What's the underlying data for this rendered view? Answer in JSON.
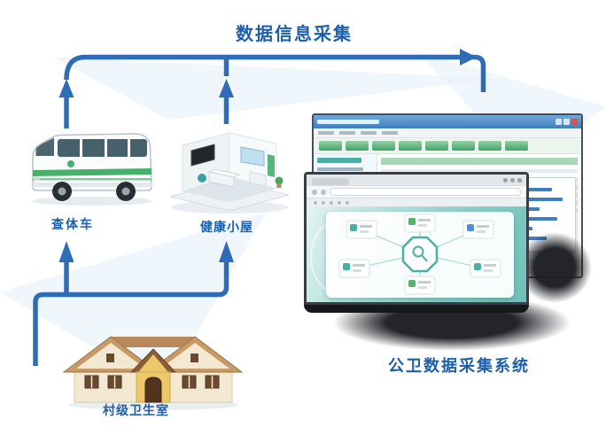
{
  "title": "数据信息采集",
  "nodes": {
    "van": {
      "label": "查体车"
    },
    "hut": {
      "label": "健康小屋"
    },
    "clinic": {
      "label": "村级卫生室"
    },
    "system": {
      "label": "公卫数据采集系统"
    }
  },
  "colors": {
    "arrow_blue": "#2f6cb7",
    "label_blue": "#1d5fa9",
    "toolbar_green": "#46a268",
    "hub_teal": "#49b0a8",
    "titlebar_blue": "#3f7fc0",
    "shadow_dark": "#1c1e23",
    "bg_wedge": "#e7f1fa"
  },
  "icons": {
    "hub_center": "magnifier-icon",
    "window_close": "close-icon"
  }
}
